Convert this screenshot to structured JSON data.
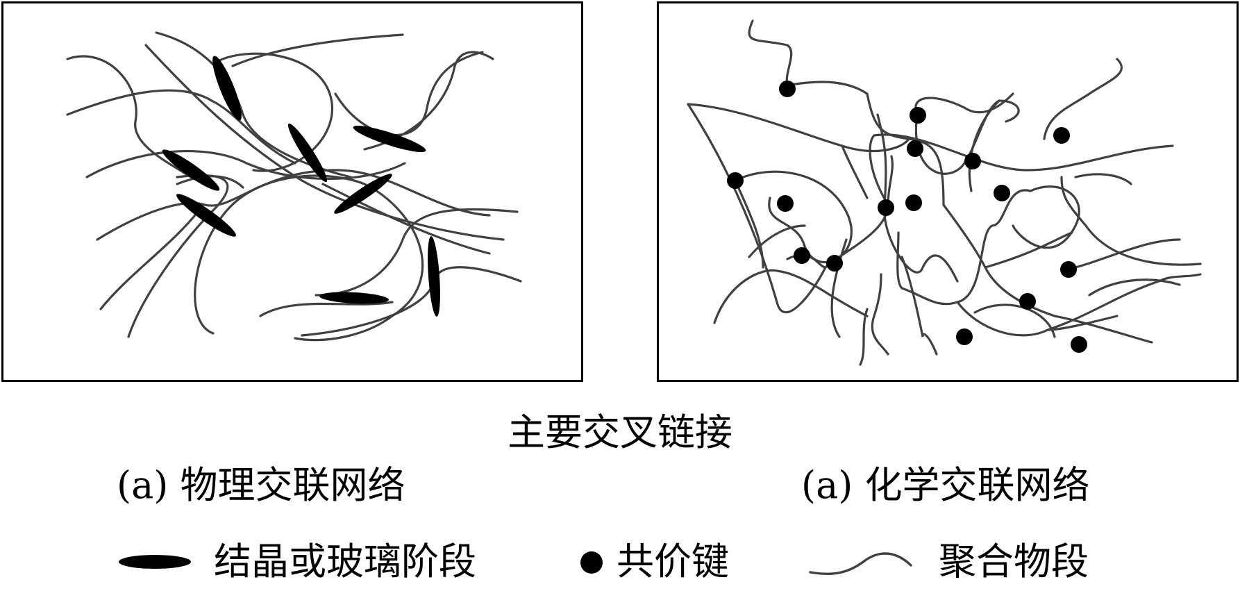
{
  "title": "主要交叉链接",
  "panel_a": {
    "caption": "(a) 物理交联网络"
  },
  "panel_b": {
    "caption": "(a) 化学交联网络"
  },
  "legend": {
    "crystal_label": "结晶或玻璃阶段",
    "bond_label": "共价键",
    "segment_label": "聚合物段"
  },
  "colors": {
    "line": "#404040",
    "mark": "#000000"
  }
}
